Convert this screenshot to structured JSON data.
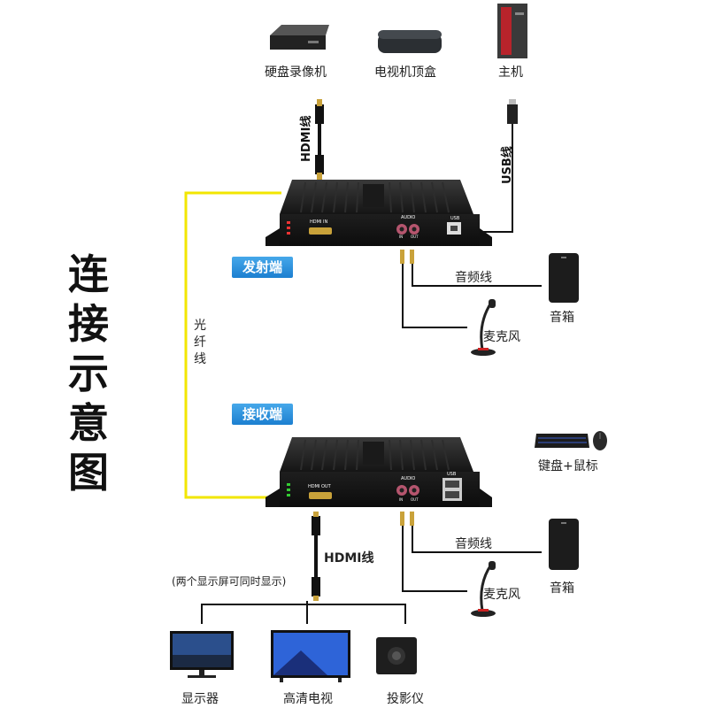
{
  "title_chars": [
    "连",
    "接",
    "示",
    "意",
    "图"
  ],
  "sources": {
    "dvr": "硬盘录像机",
    "set_top_box": "电视机顶盒",
    "host": "主机"
  },
  "cables": {
    "hdmi_top": "HDMI线",
    "usb": "USB线",
    "fiber_chars": [
      "光",
      "纤",
      "线"
    ],
    "audio_top": "音频线",
    "audio_bottom": "音频线",
    "hdmi_bottom": "HDMI线"
  },
  "badges": {
    "transmitter": "发射端",
    "receiver": "接收端"
  },
  "peripherals": {
    "speaker_top": "音箱",
    "mic_top": "麦克风",
    "keyboard_mouse": "键盘+鼠标",
    "speaker_bottom": "音箱",
    "mic_bottom": "麦克风"
  },
  "panel_labels": {
    "tx_hdmi": "HDMI IN",
    "tx_audio": "AUDIO",
    "tx_in": "IN",
    "tx_out": "OUT",
    "tx_usb": "USB",
    "rx_hdmi": "HDMI OUT",
    "rx_audio": "AUDIO",
    "rx_in": "IN",
    "rx_out": "OUT",
    "rx_usb": "USB"
  },
  "note": "(两个显示屏可同时显示)",
  "displays": {
    "monitor": "显示器",
    "hdtv": "高清电视",
    "projector": "投影仪"
  },
  "colors": {
    "fiber": "#f2e600",
    "badge": "#2a8fe0",
    "device_body": "#1a1a1a"
  }
}
